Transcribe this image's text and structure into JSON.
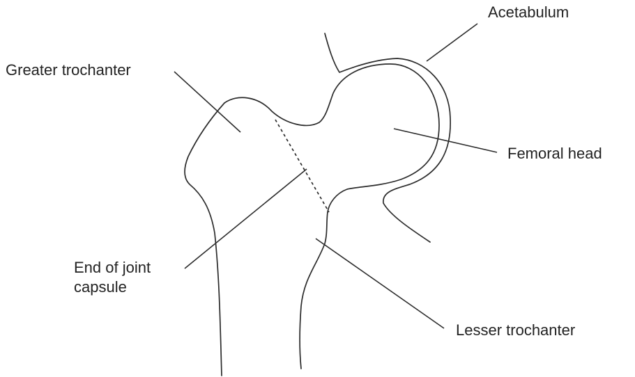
{
  "labels": {
    "acetabulum": "Acetabulum",
    "greater_trochanter": "Greater trochanter",
    "femoral_head": "Femoral head",
    "joint_capsule_line1": "End of joint",
    "joint_capsule_line2": "capsule",
    "lesser_trochanter": "Lesser trochanter"
  },
  "colors": {
    "ink": "#2b2b2b",
    "background": "#ffffff"
  }
}
